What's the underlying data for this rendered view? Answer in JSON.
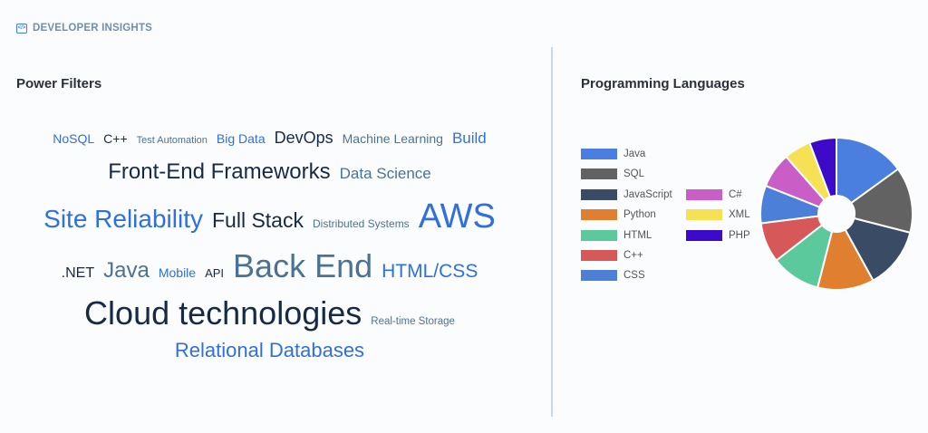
{
  "header": {
    "title": "DEVELOPER INSIGHTS",
    "icon": "code-window-icon"
  },
  "power_filters": {
    "title": "Power Filters",
    "rows": [
      [
        {
          "label": "NoSQL",
          "color": "blue",
          "size": 14
        },
        {
          "label": "C++",
          "color": "navy",
          "size": 14
        },
        {
          "label": "Test Automation",
          "color": "slate",
          "size": 11
        },
        {
          "label": "Big Data",
          "color": "blue",
          "size": 14
        },
        {
          "label": "DevOps",
          "color": "navy",
          "size": 18
        },
        {
          "label": "Machine Learning",
          "color": "slate",
          "size": 14
        },
        {
          "label": "Build",
          "color": "blue",
          "size": 17
        }
      ],
      [
        {
          "label": "Front-End Frameworks",
          "color": "navy",
          "size": 24
        },
        {
          "label": "Data Science",
          "color": "slate",
          "size": 17
        }
      ],
      [
        {
          "label": "Site Reliability",
          "color": "blue",
          "size": 28
        },
        {
          "label": "Full Stack",
          "color": "navy",
          "size": 23
        },
        {
          "label": "Distributed Systems",
          "color": "slate",
          "size": 12
        },
        {
          "label": "AWS",
          "color": "blue",
          "size": 38
        }
      ],
      [
        {
          "label": ".NET",
          "color": "navy",
          "size": 16
        },
        {
          "label": "Java",
          "color": "slate",
          "size": 24
        },
        {
          "label": "Mobile",
          "color": "blue",
          "size": 14
        },
        {
          "label": "API",
          "color": "navy",
          "size": 13
        },
        {
          "label": "Back End",
          "color": "slate",
          "size": 36
        },
        {
          "label": "HTML/CSS",
          "color": "blue",
          "size": 21
        }
      ],
      [
        {
          "label": "Cloud technologies",
          "color": "navy",
          "size": 36
        },
        {
          "label": "Real-time Storage",
          "color": "slate",
          "size": 11.5
        }
      ],
      [
        {
          "label": "Relational Databases",
          "color": "blue",
          "size": 22
        }
      ]
    ]
  },
  "chart_data": {
    "type": "pie",
    "variant": "doughnut",
    "title": "Programming Languages",
    "legend_position": "left",
    "categories": [
      "Java",
      "SQL",
      "JavaScript",
      "Python",
      "HTML",
      "C++",
      "CSS",
      "C#",
      "XML",
      "PHP"
    ],
    "values": [
      15,
      14,
      13,
      12,
      10.5,
      8.5,
      8,
      7.5,
      5.75,
      5.75
    ],
    "colors": [
      "#4a7fe0",
      "#626262",
      "#3a4b65",
      "#e07f30",
      "#5bc99c",
      "#d65858",
      "#4b7fd8",
      "#c85ec6",
      "#f6e154",
      "#3c0ac8"
    ]
  }
}
